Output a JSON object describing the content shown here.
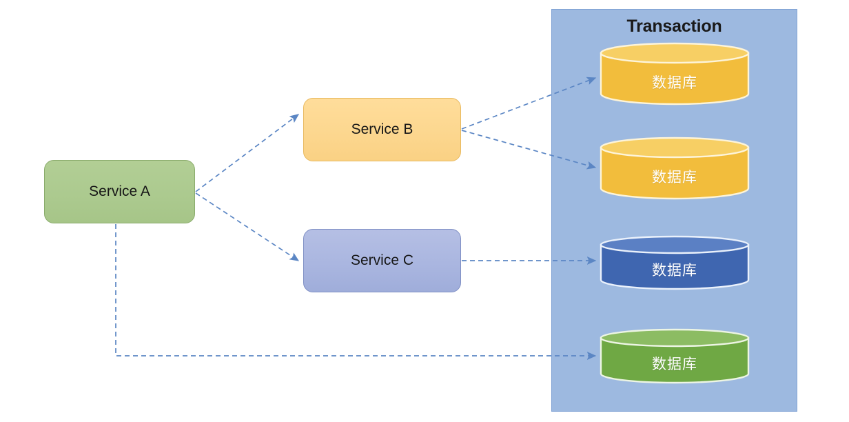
{
  "diagram": {
    "title": "Transaction",
    "background": "#ffffff",
    "group": {
      "label": "Transaction",
      "fill": "#9db9e0",
      "stroke": "#7fa2d4"
    },
    "services": [
      {
        "id": "service-a",
        "label": "Service A",
        "fill": "#acca8f",
        "stroke": "#89ab6b"
      },
      {
        "id": "service-b",
        "label": "Service B",
        "fill": "#fcd78f",
        "stroke": "#e8b95f"
      },
      {
        "id": "service-c",
        "label": "Service C",
        "fill": "#aab6e0",
        "stroke": "#7f8fc4"
      }
    ],
    "databases": [
      {
        "id": "db-yellow-1",
        "label": "数据库",
        "fill": "#f2bd3c",
        "top_fill": "#f7cf64",
        "stroke": "#fdf4d9"
      },
      {
        "id": "db-yellow-2",
        "label": "数据库",
        "fill": "#f2bd3c",
        "top_fill": "#f7cf64",
        "stroke": "#fdf4d9"
      },
      {
        "id": "db-blue",
        "label": "数据库",
        "fill": "#3f66b0",
        "top_fill": "#5b80c4",
        "stroke": "#eaf1fb"
      },
      {
        "id": "db-green",
        "label": "数据库",
        "fill": "#6fa844",
        "top_fill": "#8cbc63",
        "stroke": "#edf5e4"
      }
    ],
    "connections": [
      {
        "id": "a-to-b",
        "from": "service-a",
        "to": "service-b",
        "style": "dashed",
        "arrow": true
      },
      {
        "id": "a-to-c",
        "from": "service-a",
        "to": "service-c",
        "style": "dashed",
        "arrow": true
      },
      {
        "id": "b-to-db-yellow-1",
        "from": "service-b",
        "to": "db-yellow-1",
        "style": "dashed",
        "arrow": true
      },
      {
        "id": "b-to-db-yellow-2",
        "from": "service-b",
        "to": "db-yellow-2",
        "style": "dashed",
        "arrow": true
      },
      {
        "id": "c-to-db-blue",
        "from": "service-c",
        "to": "db-blue",
        "style": "dashed",
        "arrow": true
      },
      {
        "id": "a-to-db-green",
        "from": "service-a",
        "to": "db-green",
        "style": "dashed",
        "arrow": true
      }
    ],
    "edge_color": "#5b86c4"
  }
}
